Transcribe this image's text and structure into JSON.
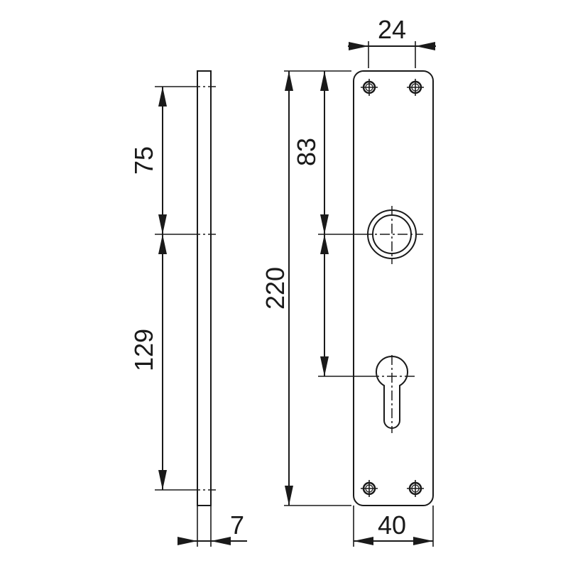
{
  "drawing": {
    "title": "Door escutcheon plate technical drawing",
    "units": "mm",
    "line_color": "#1a1a1a",
    "background": "#ffffff"
  },
  "side_view": {
    "thickness_label": "7",
    "top_to_handle_label": "75",
    "handle_to_bottom_label": "129"
  },
  "front_view": {
    "screw_spacing_label": "24",
    "plate_width_label": "40",
    "plate_height_label": "220",
    "top_to_handle_label": "83",
    "features": [
      {
        "name": "handle rosette",
        "shape": "double circle"
      },
      {
        "name": "profile cylinder keyhole",
        "shape": "euro profile"
      },
      {
        "name": "screw hole",
        "count": 4
      }
    ]
  }
}
